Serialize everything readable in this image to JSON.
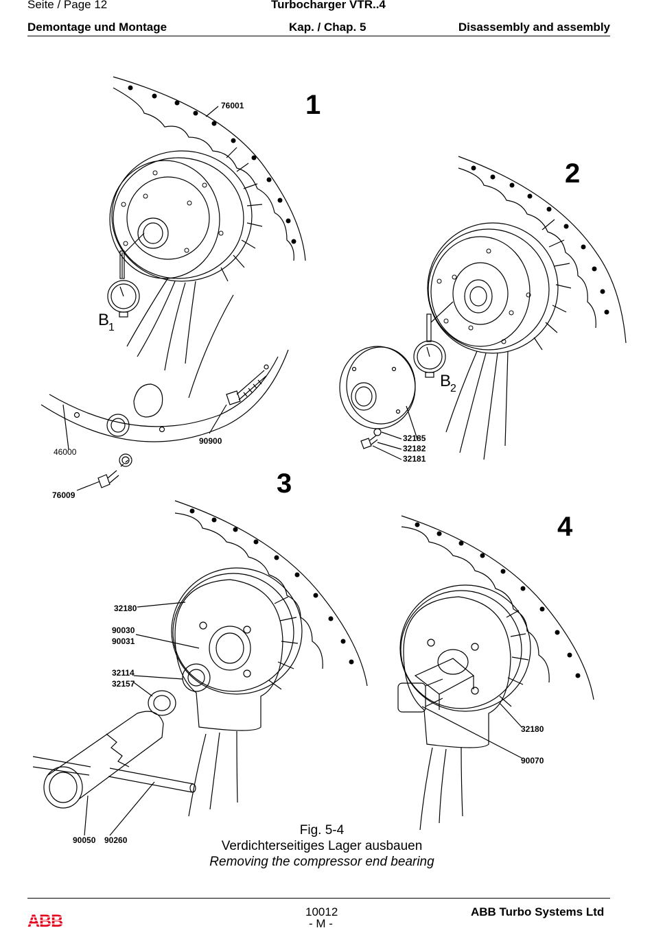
{
  "header": {
    "page_label": "Seite / Page  12",
    "title": "Turbocharger VTR..4",
    "section_de": "Demontage und Montage",
    "chapter": "Kap. / Chap. 5",
    "section_en": "Disassembly and assembly"
  },
  "figure": {
    "step_numbers": [
      "1",
      "2",
      "3",
      "4"
    ],
    "part_labels": {
      "p76001": "76001",
      "p46000": "46000",
      "p76009": "76009",
      "p90900": "90900",
      "p32185": "32185",
      "p32182": "32182",
      "p32181": "32181",
      "p32180a": "32180",
      "p90030": "90030",
      "p90031": "90031",
      "p32114": "32114",
      "p32157": "32157",
      "p90050": "90050",
      "p90260": "90260",
      "p32180b": "32180",
      "p90070": "90070"
    },
    "gauge_labels": {
      "b1": "B",
      "b1_sub": "1",
      "b2": "B",
      "b2_sub": "2"
    }
  },
  "caption": {
    "fig_no": "Fig. 5-4",
    "title_de": "Verdichterseitiges Lager ausbauen",
    "title_en": "Removing the compressor end bearing"
  },
  "footer": {
    "logo_text": "ABB",
    "doc_no": "10012",
    "rev": "- M -",
    "company": "ABB Turbo Systems Ltd"
  },
  "colors": {
    "ink": "#000000",
    "logo_red": "#e2001a",
    "paper": "#ffffff"
  }
}
